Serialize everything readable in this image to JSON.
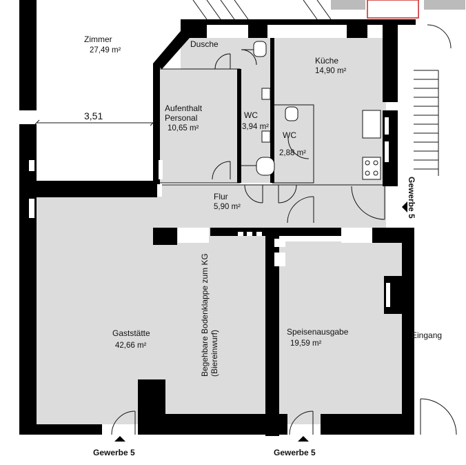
{
  "rooms": {
    "zimmer": {
      "name": "Zimmer",
      "area": "27,49 m²"
    },
    "dusche": {
      "name": "Dusche"
    },
    "kueche": {
      "name": "Küche",
      "area": "14,90 m²"
    },
    "aufenthalt": {
      "name_line1": "Aufenthalt",
      "name_line2": "Personal",
      "area": "10,65 m²"
    },
    "wc1": {
      "name": "WC",
      "area": "3,94 m²"
    },
    "wc2": {
      "name": "WC",
      "area": "2,88 m²"
    },
    "flur": {
      "name": "Flur",
      "area": "5,90 m²"
    },
    "gaststaette": {
      "name": "Gaststätte",
      "area": "42,66 m²"
    },
    "speisenausgabe": {
      "name": "Speisenausgabe",
      "area": "19,59 m²"
    }
  },
  "dimension": "3,51",
  "annotation_line1": "Begehbare Bodenklappe zum KG",
  "annotation_line2": "(Biereinwurf)",
  "labels": {
    "eingang": "Eingang",
    "gewerbe_right": "Gewerbe 5",
    "gewerbe_bottom_left": "Gewerbe 5",
    "gewerbe_bottom_mid": "Gewerbe 5"
  },
  "colors": {
    "wall": "#000000",
    "floor": "#dcdcdc",
    "line": "#111111",
    "accent_red": "#cc2222"
  }
}
